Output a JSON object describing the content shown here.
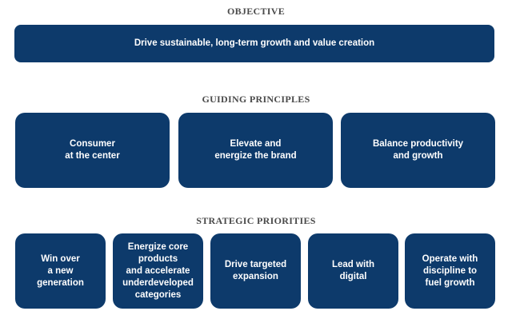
{
  "objective": {
    "title": "OBJECTIVE",
    "text": "Drive sustainable, long-term growth and value creation"
  },
  "guiding_principles": {
    "title": "GUIDING PRINCIPLES",
    "items": [
      {
        "label": "Consumer\nat the center"
      },
      {
        "label": "Elevate and\nenergize the brand"
      },
      {
        "label": "Balance productivity\nand growth"
      }
    ]
  },
  "strategic_priorities": {
    "title": "STRATEGIC PRIORITIES",
    "items": [
      {
        "label": "Win over\na new\ngeneration"
      },
      {
        "label": "Energize core\nproducts\nand accelerate\nunderdeveloped\ncategories"
      },
      {
        "label": "Drive targeted\nexpansion"
      },
      {
        "label": "Lead with\ndigital"
      },
      {
        "label": "Operate with\ndiscipline to\nfuel growth"
      }
    ]
  }
}
